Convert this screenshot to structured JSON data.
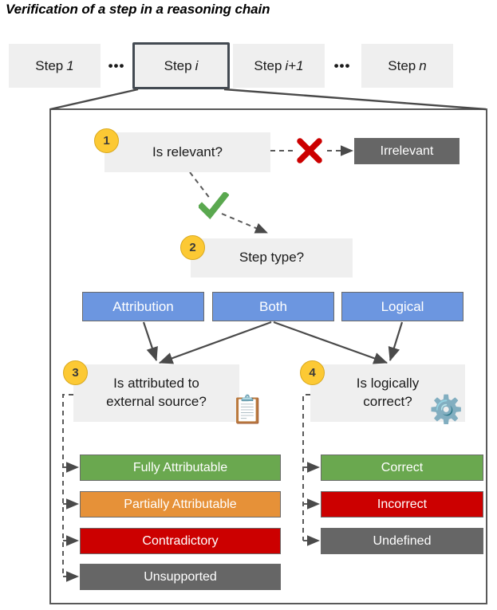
{
  "title": "Verification of a step in a reasoning chain",
  "chain": {
    "steps": [
      {
        "label": "Step",
        "var": "1",
        "current": false
      },
      {
        "label": "Step",
        "var": "i",
        "current": true
      },
      {
        "label": "Step",
        "var": "i+1",
        "current": false
      },
      {
        "label": "Step",
        "var": "n",
        "current": false
      }
    ],
    "ellipsis": "•••"
  },
  "questions": [
    {
      "badge": "1",
      "text": "Is relevant?"
    },
    {
      "badge": "2",
      "text": "Step type?"
    },
    {
      "badge": "3",
      "line1": "Is attributed to",
      "line2": "external source?",
      "icon": "clipboard-icon",
      "glyph": "📋"
    },
    {
      "badge": "4",
      "line1": "Is logically",
      "line2": "correct?",
      "icon": "gears-icon",
      "glyph": "⚙️"
    }
  ],
  "decision": {
    "no_marker": "x-mark-icon",
    "yes_marker": "check-mark-icon",
    "irrelevant": "Irrelevant"
  },
  "step_types": [
    {
      "label": "Attribution"
    },
    {
      "label": "Both"
    },
    {
      "label": "Logical"
    }
  ],
  "attribution_outcomes": [
    {
      "label": "Fully Attributable",
      "color": "#6aa84f",
      "style": "oc-green"
    },
    {
      "label": "Partially Attributable",
      "color": "#e69138",
      "style": "oc-orange"
    },
    {
      "label": "Contradictory",
      "color": "#cc0000",
      "style": "oc-red"
    },
    {
      "label": "Unsupported",
      "color": "#666666",
      "style": "oc-gray"
    }
  ],
  "logical_outcomes": [
    {
      "label": "Correct",
      "color": "#6aa84f",
      "style": "oc-green"
    },
    {
      "label": "Incorrect",
      "color": "#cc0000",
      "style": "oc-red"
    },
    {
      "label": "Undefined",
      "color": "#666666",
      "style": "oc-gray"
    }
  ],
  "colors": {
    "panel_gray": "#efefef",
    "blue": "#6c96e0",
    "badge_yellow": "#fcc934",
    "border_gray": "#595959",
    "green": "#6aa84f",
    "orange": "#e69138",
    "red": "#cc0000",
    "dark_gray": "#666666"
  }
}
